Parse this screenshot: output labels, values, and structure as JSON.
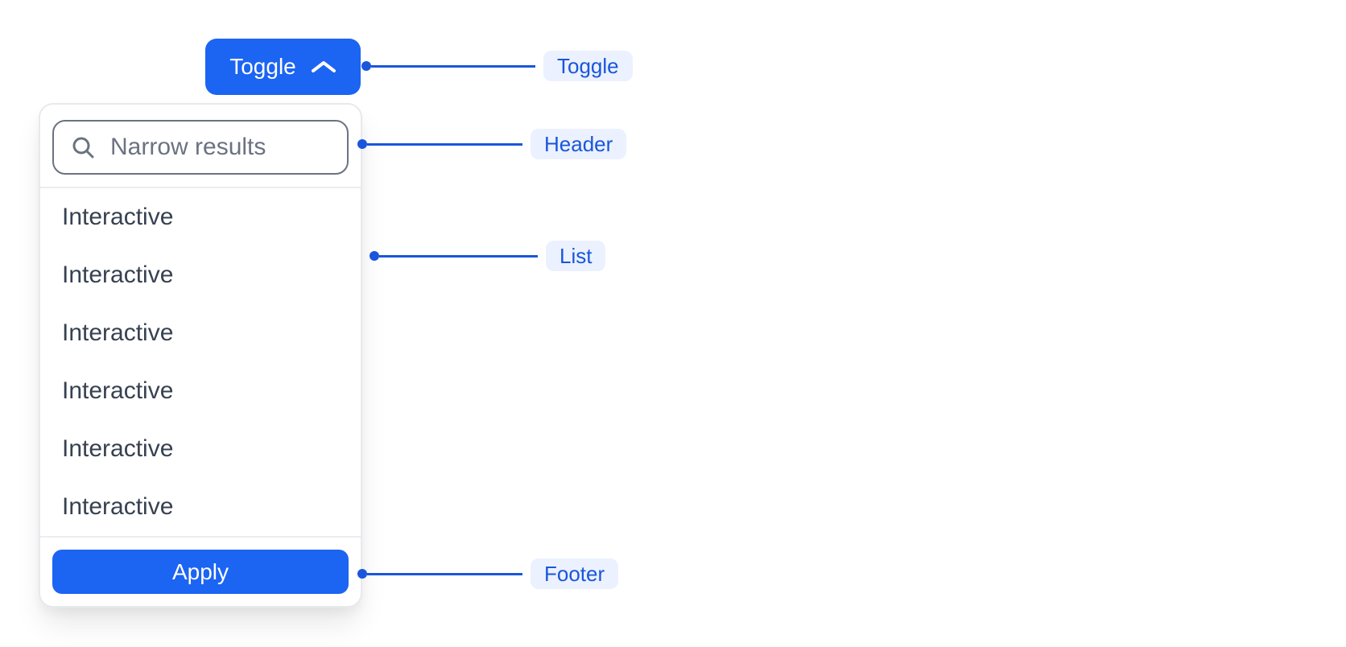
{
  "toggle_button": {
    "label": "Toggle",
    "icon": "chevron-up"
  },
  "dropdown": {
    "search_placeholder": "Narrow results",
    "items": [
      "Interactive",
      "Interactive",
      "Interactive",
      "Interactive",
      "Interactive",
      "Interactive"
    ],
    "apply_label": "Apply"
  },
  "annotations": {
    "toggle": "Toggle",
    "header": "Header",
    "list": "List",
    "footer": "Footer"
  },
  "colors": {
    "primary_button": "#1C64F2",
    "annotation_blue": "#1A56DB",
    "annotation_pill_bg": "#EBF1FE",
    "item_text": "#374151",
    "placeholder_text": "#6B7280",
    "input_border": "#6B7280",
    "panel_border": "#E7E9EC"
  }
}
